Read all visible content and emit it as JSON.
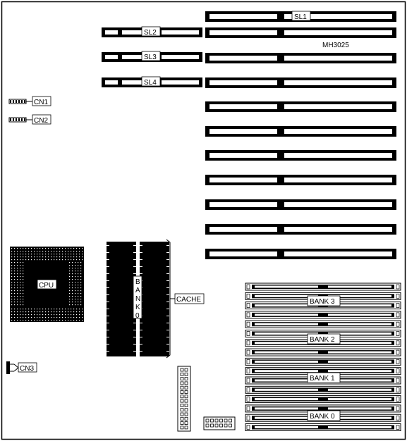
{
  "board_id": "MH3025",
  "labels": {
    "sl1": "SL1",
    "sl2": "SL2",
    "sl3": "SL3",
    "sl4": "SL4",
    "cn1": "CN1",
    "cn2": "CN2",
    "cn3": "CN3",
    "cpu": "CPU",
    "cache": "CACHE",
    "bank_vertical": [
      "B",
      "A",
      "N",
      "K",
      "0"
    ],
    "bank3": "BANK 3",
    "bank2": "BANK 2",
    "bank1": "BANK 1",
    "bank0": "BANK 0"
  },
  "colors": {
    "ink": "#000000",
    "paper": "#ffffff"
  }
}
